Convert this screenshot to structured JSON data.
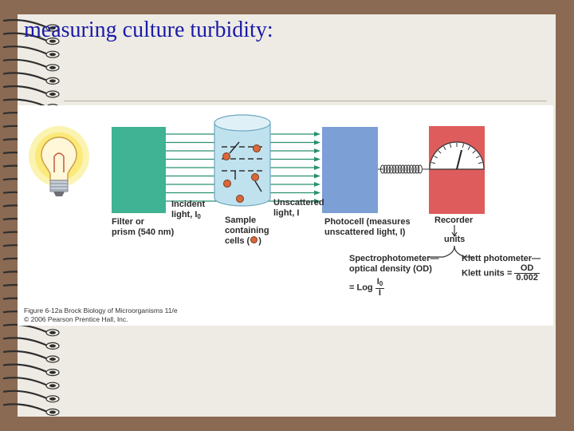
{
  "slide": {
    "title": "measuring culture turbidity:",
    "colors": {
      "background": "#8a6a52",
      "paper": "#eeebe4",
      "title": "#1a1aa8"
    }
  },
  "figure": {
    "labels": {
      "filter": "Filter or",
      "filter2": "prism (540 nm)",
      "incident": "Incident",
      "incident2": "light, I",
      "incident_sub": "0",
      "sample": "Sample",
      "sample2": "containing",
      "sample3": "cells (",
      "sample3_end": ")",
      "unscattered": "Unscattered",
      "unscattered2": "light, I",
      "photocell": "Photocell (measures",
      "photocell2": "unscattered light, I)",
      "recorder": "Recorder",
      "units": "units",
      "spectro": "Spectrophotometer—",
      "spectro2": "optical density (OD)",
      "spectro3": "= Log",
      "frac_num": "I",
      "frac_num_sub": "0",
      "frac_den": "I",
      "klett": "Klett photometer—",
      "klett2": "Klett units =",
      "klett_num": "OD",
      "klett_den": "0.002"
    },
    "caption": {
      "line1": "Figure 6-12a  Brock Biology of Microorganisms 11/e",
      "line2": "© 2006 Pearson Prentice Hall, Inc."
    },
    "colors": {
      "filter": "#3fb393",
      "cylinder": "#bfe2ee",
      "photocell": "#7c9fd6",
      "recorder": "#de5c5c",
      "beam": "#2a9070",
      "cell": "#d9683a"
    }
  }
}
